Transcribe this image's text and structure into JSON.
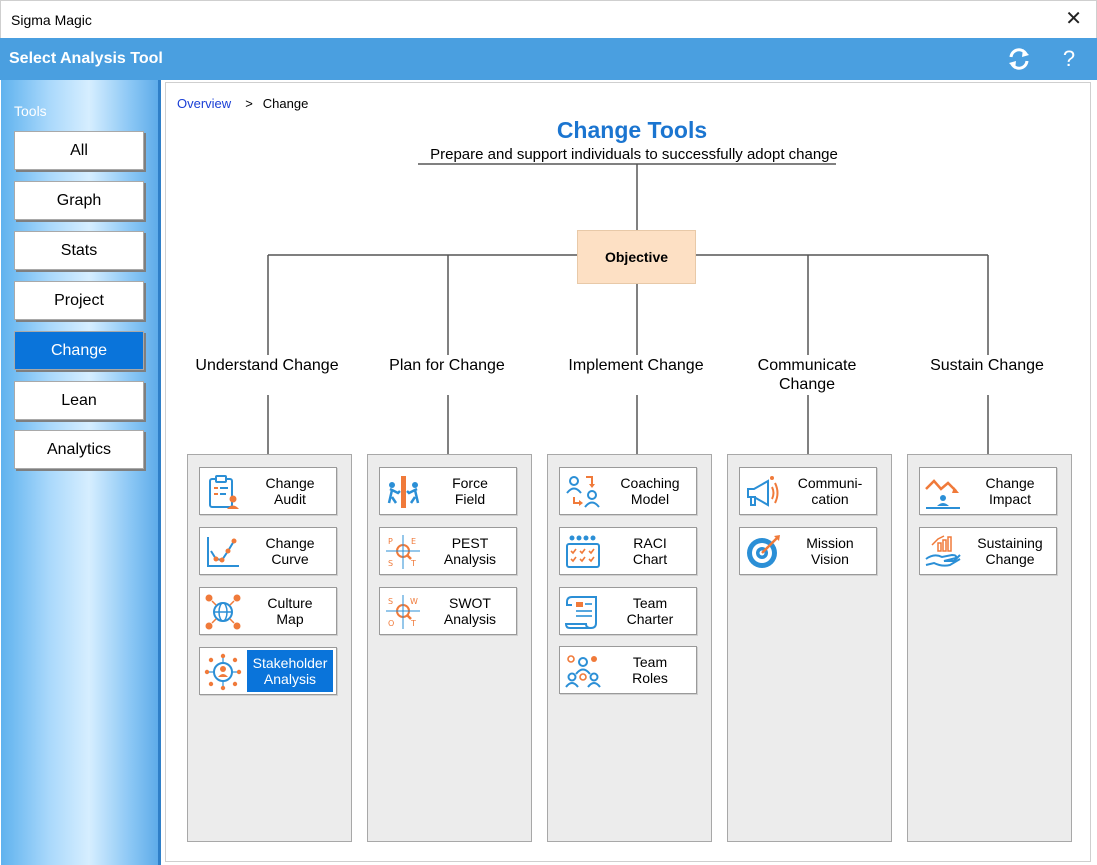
{
  "window": {
    "title": "Sigma Magic",
    "close_glyph": "✕"
  },
  "header": {
    "title": "Select Analysis Tool",
    "help_glyph": "?"
  },
  "sidebar": {
    "label": "Tools",
    "items": [
      {
        "label": "All"
      },
      {
        "label": "Graph"
      },
      {
        "label": "Stats"
      },
      {
        "label": "Project"
      },
      {
        "label": "Change",
        "active": true
      },
      {
        "label": "Lean"
      },
      {
        "label": "Analytics"
      }
    ]
  },
  "breadcrumb": {
    "root": "Overview",
    "sep": ">",
    "current": "Change"
  },
  "main": {
    "title": "Change Tools",
    "subtitle": "Prepare and support individuals to successfully adopt change",
    "objective": "Objective"
  },
  "categories": [
    {
      "label": "Understand\nChange",
      "tools": [
        {
          "label": "Change\nAudit",
          "icon": "clipboard-user-icon"
        },
        {
          "label": "Change\nCurve",
          "icon": "line-curve-chart-icon"
        },
        {
          "label": "Culture\nMap",
          "icon": "globe-network-icon"
        },
        {
          "label": "Stakeholder\nAnalysis",
          "icon": "stakeholder-hub-icon",
          "selected": true
        }
      ]
    },
    {
      "label": "Plan for\nChange",
      "tools": [
        {
          "label": "Force\nField",
          "icon": "force-push-icon"
        },
        {
          "label": "PEST\nAnalysis",
          "icon": "pest-magnifier-icon"
        },
        {
          "label": "SWOT\nAnalysis",
          "icon": "swot-magnifier-icon"
        }
      ]
    },
    {
      "label": "Implement\nChange",
      "tools": [
        {
          "label": "Coaching\nModel",
          "icon": "coaching-people-icon"
        },
        {
          "label": "RACI\nChart",
          "icon": "raci-calendar-icon"
        },
        {
          "label": "Team\nCharter",
          "icon": "charter-scroll-icon"
        },
        {
          "label": "Team\nRoles",
          "icon": "team-roles-icon"
        }
      ]
    },
    {
      "label": "Communicate\nChange",
      "tools": [
        {
          "label": "Communi-\ncation",
          "icon": "megaphone-icon"
        },
        {
          "label": "Mission\nVision",
          "icon": "target-arrow-icon"
        }
      ]
    },
    {
      "label": "Sustain\nChange",
      "tools": [
        {
          "label": "Change\nImpact",
          "icon": "impact-trend-icon"
        },
        {
          "label": "Sustaining\nChange",
          "icon": "hand-growth-icon"
        }
      ]
    }
  ],
  "colors": {
    "accent": "#0a74da",
    "header": "#4a9fe0",
    "title_blue": "#1b75d0",
    "objective_fill": "#fde0c4",
    "icon_orange": "#f07a3a",
    "icon_blue": "#2b8fd6"
  }
}
